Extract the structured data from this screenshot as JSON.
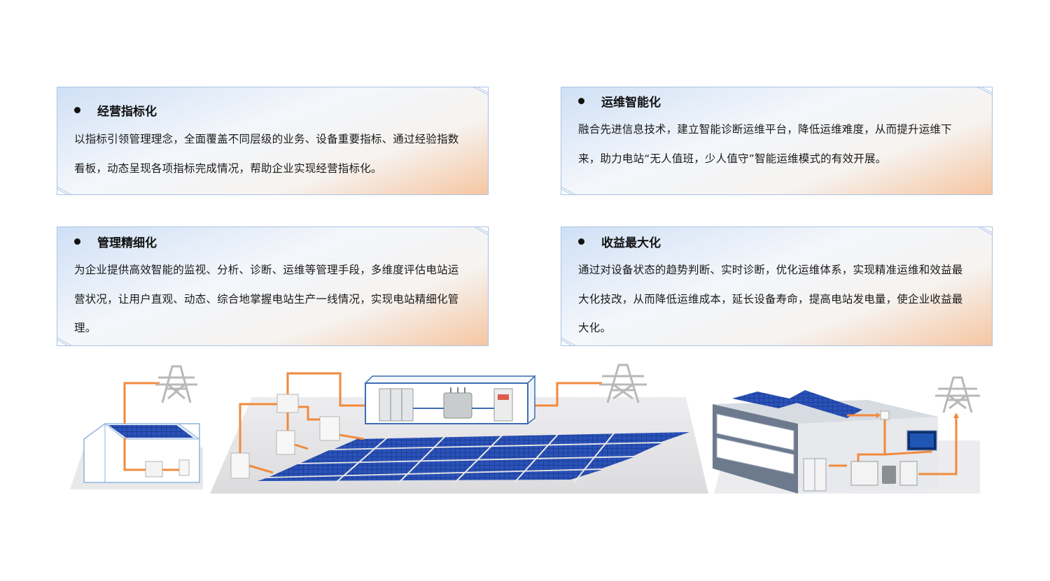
{
  "cards": [
    {
      "title": "经营指标化",
      "body": "以指标引领管理理念，全面覆盖不同层级的业务、设备重要指标、通过经验指数看板，动态呈现各项指标完成情况，帮助企业实现经营指标化。"
    },
    {
      "title": "运维智能化",
      "body": "融合先进信息技术，建立智能诊断运维平台，降低运维难度，从而提升运维下来，助力电站“无人值班，少人值守”智能运维模式的有效开展。"
    },
    {
      "title": "管理精细化",
      "body": "为企业提供高效智能的监视、分析、诊断、运维等管理手段，多维度评估电站运营状况，让用户直观、动态、综合地掌握电站生产一线情况，实现电站精细化管理。"
    },
    {
      "title": "收益最大化",
      "body": "通过对设备状态的趋势判断、实时诊断，优化运维体系，实现精准运维和效益最大化技改，从而降低运维成本，延长设备寿命，提高电站发电量，使企业收益最大化。"
    }
  ],
  "colors": {
    "card_border": "#a9c4e6",
    "gradient_blue": "#cfe0f5",
    "gradient_orange": "#f6c6a2",
    "wire_orange": "#f08a3c",
    "panel_blue": "#1e3f9a",
    "ground_gray": "#e4e4e6"
  }
}
